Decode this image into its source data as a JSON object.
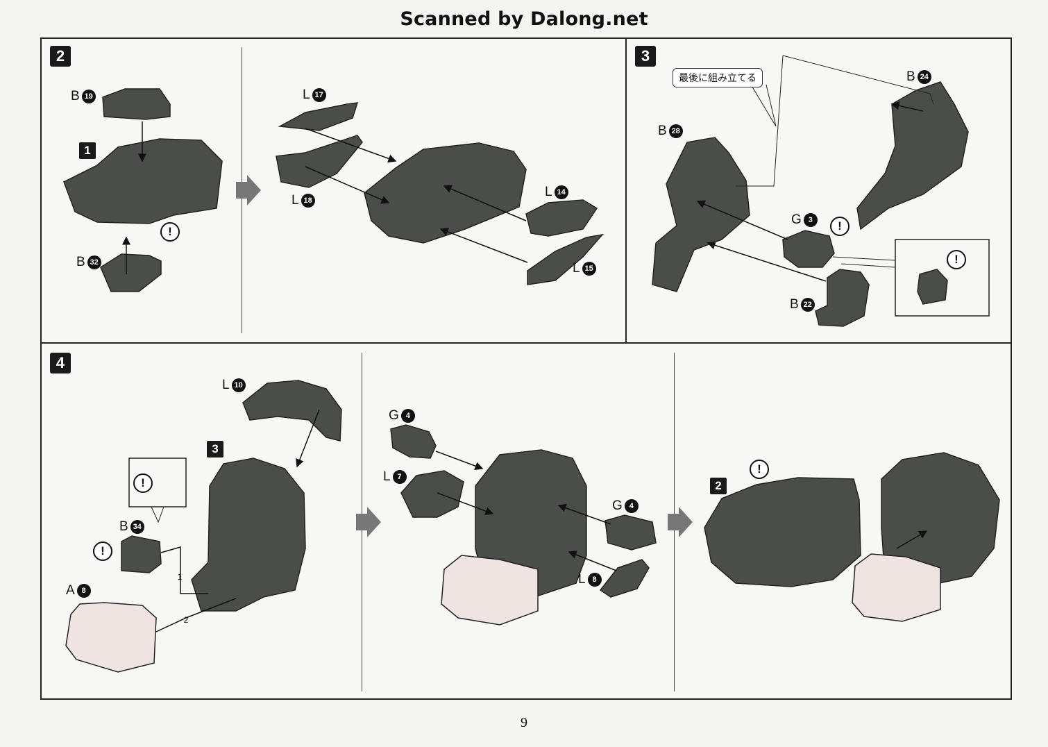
{
  "header": "Scanned by Dalong.net",
  "page_number": "9",
  "steps": {
    "s2": {
      "number": "2",
      "sub": "1",
      "parts": {
        "b19": [
          "B",
          "19"
        ],
        "b32": [
          "B",
          "32"
        ],
        "l17": [
          "L",
          "17"
        ],
        "l18": [
          "L",
          "18"
        ],
        "l14": [
          "L",
          "14"
        ],
        "l15": [
          "L",
          "15"
        ]
      }
    },
    "s3": {
      "number": "3",
      "note": "最後に組み立てる",
      "parts": {
        "b24": [
          "B",
          "24"
        ],
        "b28": [
          "B",
          "28"
        ],
        "g3": [
          "G",
          "3"
        ],
        "b22": [
          "B",
          "22"
        ]
      }
    },
    "s4": {
      "number": "4",
      "sub3": "3",
      "sub2": "2",
      "order1": "1",
      "order2": "2",
      "parts": {
        "l10": [
          "L",
          "10"
        ],
        "b34": [
          "B",
          "34"
        ],
        "a8": [
          "A",
          "8"
        ],
        "g4a": [
          "G",
          "4"
        ],
        "l7": [
          "L",
          "7"
        ],
        "g4b": [
          "G",
          "4"
        ],
        "l8": [
          "L",
          "8"
        ]
      }
    }
  },
  "warning_symbol": "!",
  "colors": {
    "part_dark": "#4b4d4b",
    "part_light": "#efe4e2",
    "frame": "#222222"
  }
}
